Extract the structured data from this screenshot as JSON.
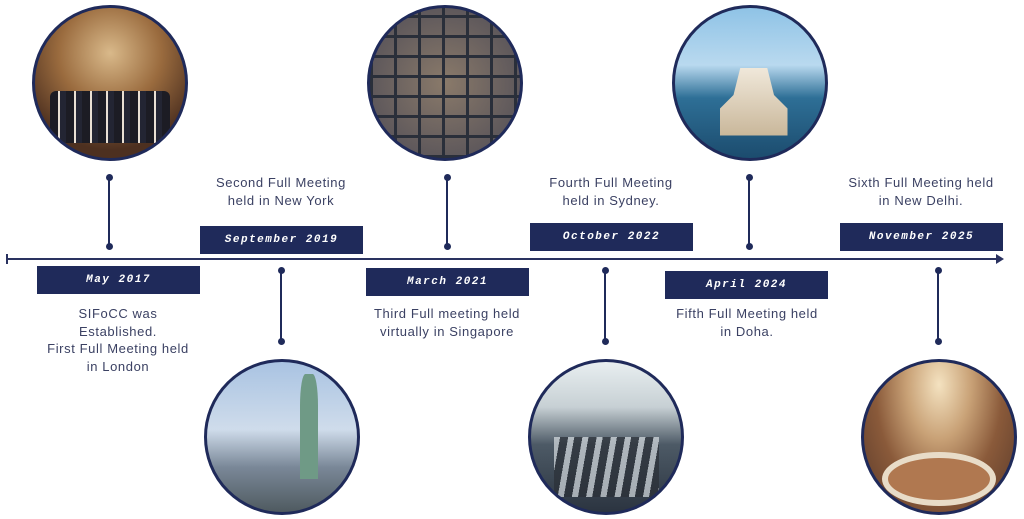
{
  "events": [
    {
      "date": "May 2017",
      "description": [
        "SIFoCC was",
        "Established.",
        "First Full Meeting held",
        "in London"
      ],
      "photo": "group-photo-london"
    },
    {
      "date": "September 2019",
      "description": [
        "Second Full Meeting",
        "held in New York"
      ],
      "photo": "statue-of-liberty-new-york"
    },
    {
      "date": "March 2021",
      "description": [
        "Third Full meeting held",
        "virtually in Singapore"
      ],
      "photo": "video-conference-grid"
    },
    {
      "date": "October 2022",
      "description": [
        "Fourth Full Meeting",
        "held in Sydney."
      ],
      "photo": "meeting-room-sydney"
    },
    {
      "date": "April 2024",
      "description": [
        "Fifth Full Meeting held",
        "in Doha."
      ],
      "photo": "doha-skyline-museum"
    },
    {
      "date": "November 2025",
      "description": [
        "Sixth Full Meeting held",
        "in New Delhi."
      ],
      "photo": "conference-hall-new-delhi"
    }
  ],
  "colors": {
    "navy": "#1f2a5a",
    "text": "#3b4163"
  }
}
